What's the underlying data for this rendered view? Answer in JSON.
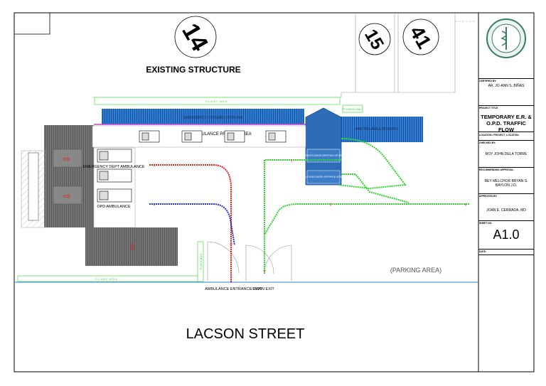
{
  "drawing": {
    "building_numbers": [
      "14",
      "15",
      "41"
    ],
    "existing_structure_label": "EXISTING STRUCTURE",
    "plant_box_label": "PLANT BOX",
    "plywood_wall_label": "PLYWOOD WALL",
    "covered_roofing_label": "EMERGENCY COVERED ROOFING",
    "waiting_area_label": "WAITING AREA ROOFING",
    "ambulance_parking_label": "AMBULANCE PARKING AREA",
    "emergency_ambulance_label": "EMERGENCY DEPT AMBULANCE",
    "opd_ambulance_label": "OPD AMBULANCE",
    "patients_dropoff_label": "PATIENTS DROP-OFF/PICK UP AREA",
    "employees_dropoff_label": "EMPLOYEES DROP-OFF/PICK UP AREA",
    "parking_area_label": "(PARKING AREA)",
    "ambulance_gate_label": "AMBULANCE ENTRANCE/EXIT",
    "main_exit_label": "MAIN EXIT",
    "street_label": "LACSON STREET",
    "route_colors": {
      "ambulance_in": "#e32020",
      "ambulance_out": "#1f2fd8",
      "vehicles": "#2ed52e",
      "roofing": "#2f7fd6",
      "dropoff": "#2d6db8",
      "boundary": "#c24ad4"
    }
  },
  "title_block": {
    "logo_icon": "hospital-seal-icon",
    "certified_by_label": "CERTIFIED BY:",
    "certified_by_name": "AR. JO-ANN S. BIÑAS",
    "project_title_label": "PROJECT TITLE",
    "project_title": "TEMPORARY E.R. & O.P.D. TRAFFIC FLOW",
    "location_label": "LOCATION / PROJECT_LOCATION",
    "checked_by_label": "CHECKED BY:",
    "checked_by_name": "ROY JOHN DELA TORRE",
    "recommending_label": "RECOMMENDING APPROVAL:",
    "recommending_name": "REY MELCHOR BRYAN S. BAYLON J.D.",
    "approved_by_label": "APPROVED BY:",
    "approved_by_name": "JOAN E. CERRADA, MD",
    "sheet_no_label": "SHEET NO.",
    "sheet_no": "A1.0",
    "date_label": "DATE:"
  }
}
